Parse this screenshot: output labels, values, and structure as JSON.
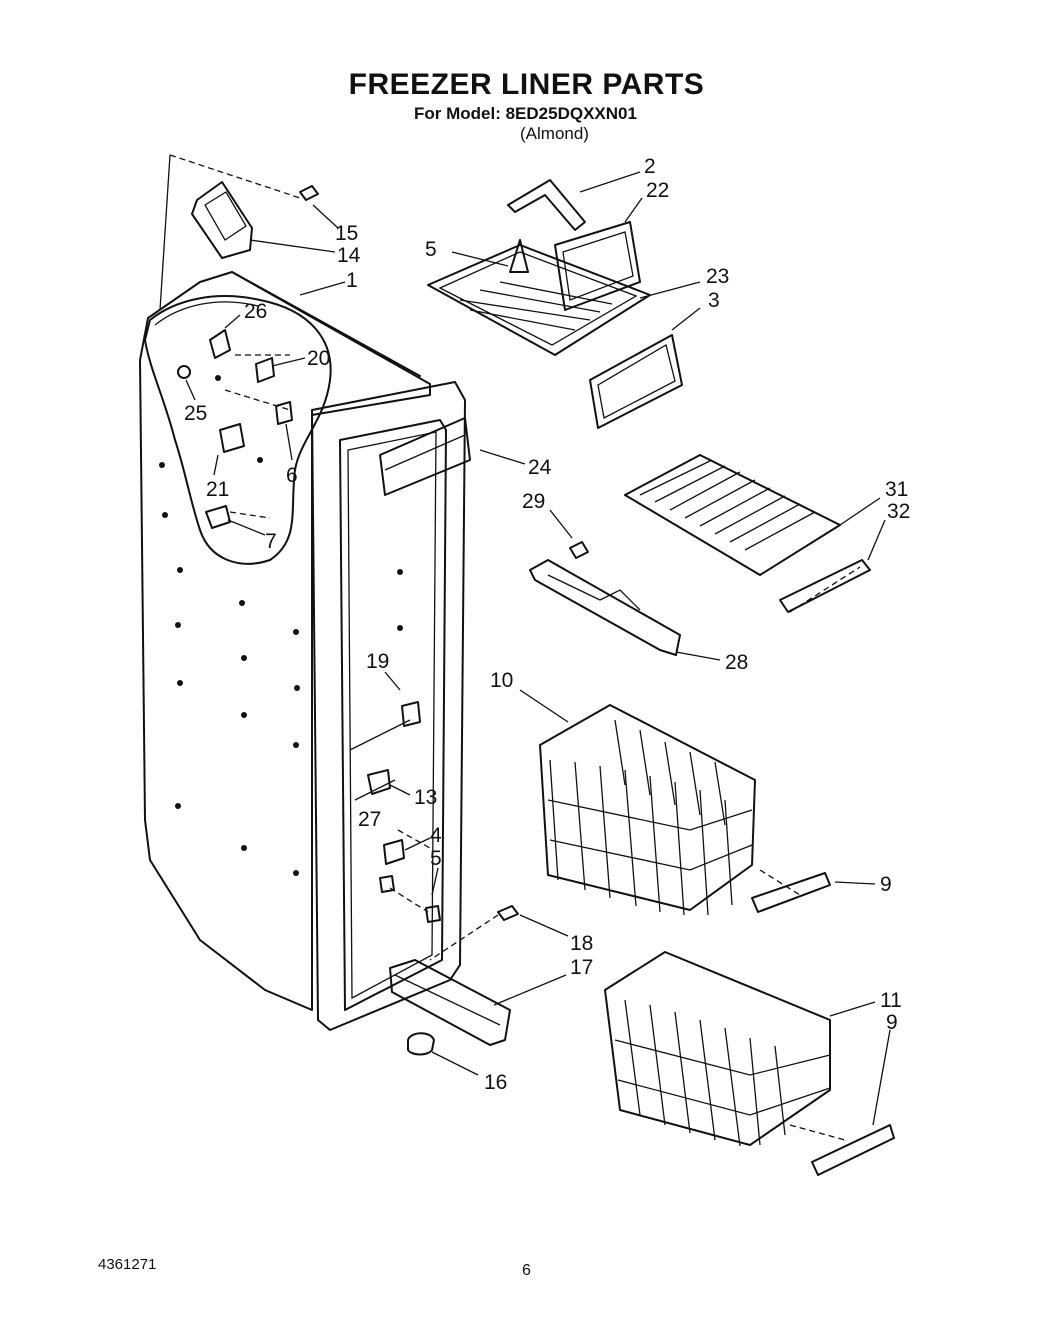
{
  "header": {
    "title": "FREEZER LINER PARTS",
    "model_line": "For Model: 8ED25DQXXN01",
    "color_line": "(Almond)"
  },
  "footer": {
    "doc_number": "4361271",
    "page_number": "6"
  },
  "callouts": {
    "c1": "1",
    "c2": "2",
    "c3": "3",
    "c4": "4",
    "c5a": "5",
    "c5b": "5",
    "c6": "6",
    "c7": "7",
    "c9a": "9",
    "c9b": "9",
    "c10": "10",
    "c11": "11",
    "c13": "13",
    "c14": "14",
    "c15": "15",
    "c16": "16",
    "c17": "17",
    "c18": "18",
    "c19": "19",
    "c20": "20",
    "c21": "21",
    "c22": "22",
    "c23": "23",
    "c24": "24",
    "c25": "25",
    "c26": "26",
    "c27": "27",
    "c28": "28",
    "c29": "29",
    "c31": "31",
    "c32": "32"
  }
}
